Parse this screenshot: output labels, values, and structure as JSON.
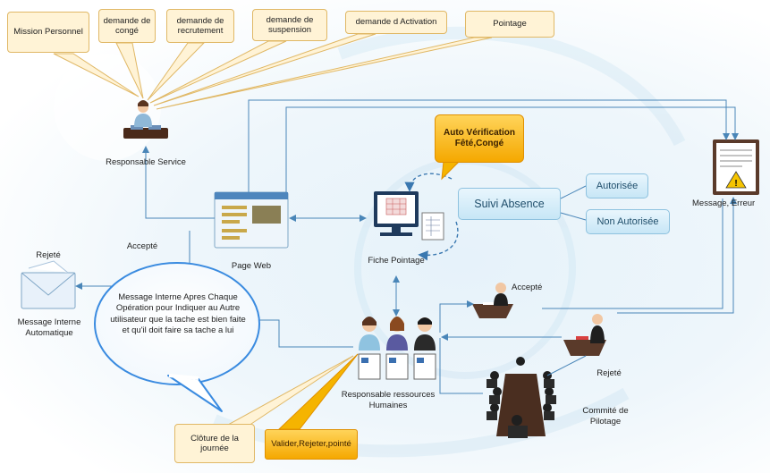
{
  "callouts_top": [
    "Mission Personnel",
    "demande de congé",
    "demande de recrutement",
    "demande de suspension",
    "demande d Activation",
    "Pointage"
  ],
  "nodes": {
    "responsable_service": "Responsable Service",
    "page_web": "Page Web",
    "fiche_pointage": "Fiche Pointage",
    "message_erreur": "Message, Erreur",
    "message_interne": "Message Interne Automatique",
    "responsable_rh": "Responsable ressources Humaines",
    "accepte_person": "Accepté",
    "rejete_person": "Rejeté",
    "commite": "Commité de Pilotage"
  },
  "edge_labels": {
    "accepte": "Accepté",
    "rejete": "Rejeté"
  },
  "auto_verification": "Auto Vérification Fêté,Congé",
  "suivi_absence": "Suivi Absence",
  "autorisee": "Autorisée",
  "non_autorisee": "Non Autorisée",
  "speech_bubble": "Message Interne Apres Chaque Opération pour Indiquer au Autre utilisateur que la tache est bien faite et qu'il doit faire sa tache a lui",
  "cloture": "Clôture de la journée",
  "valider": "Valider,Rejeter,pointé",
  "colors": {
    "connector": "#4a86b8",
    "callout_fill": "#fff3d6",
    "orange": "#f5a800",
    "blue_box": "#c7e6f6"
  }
}
